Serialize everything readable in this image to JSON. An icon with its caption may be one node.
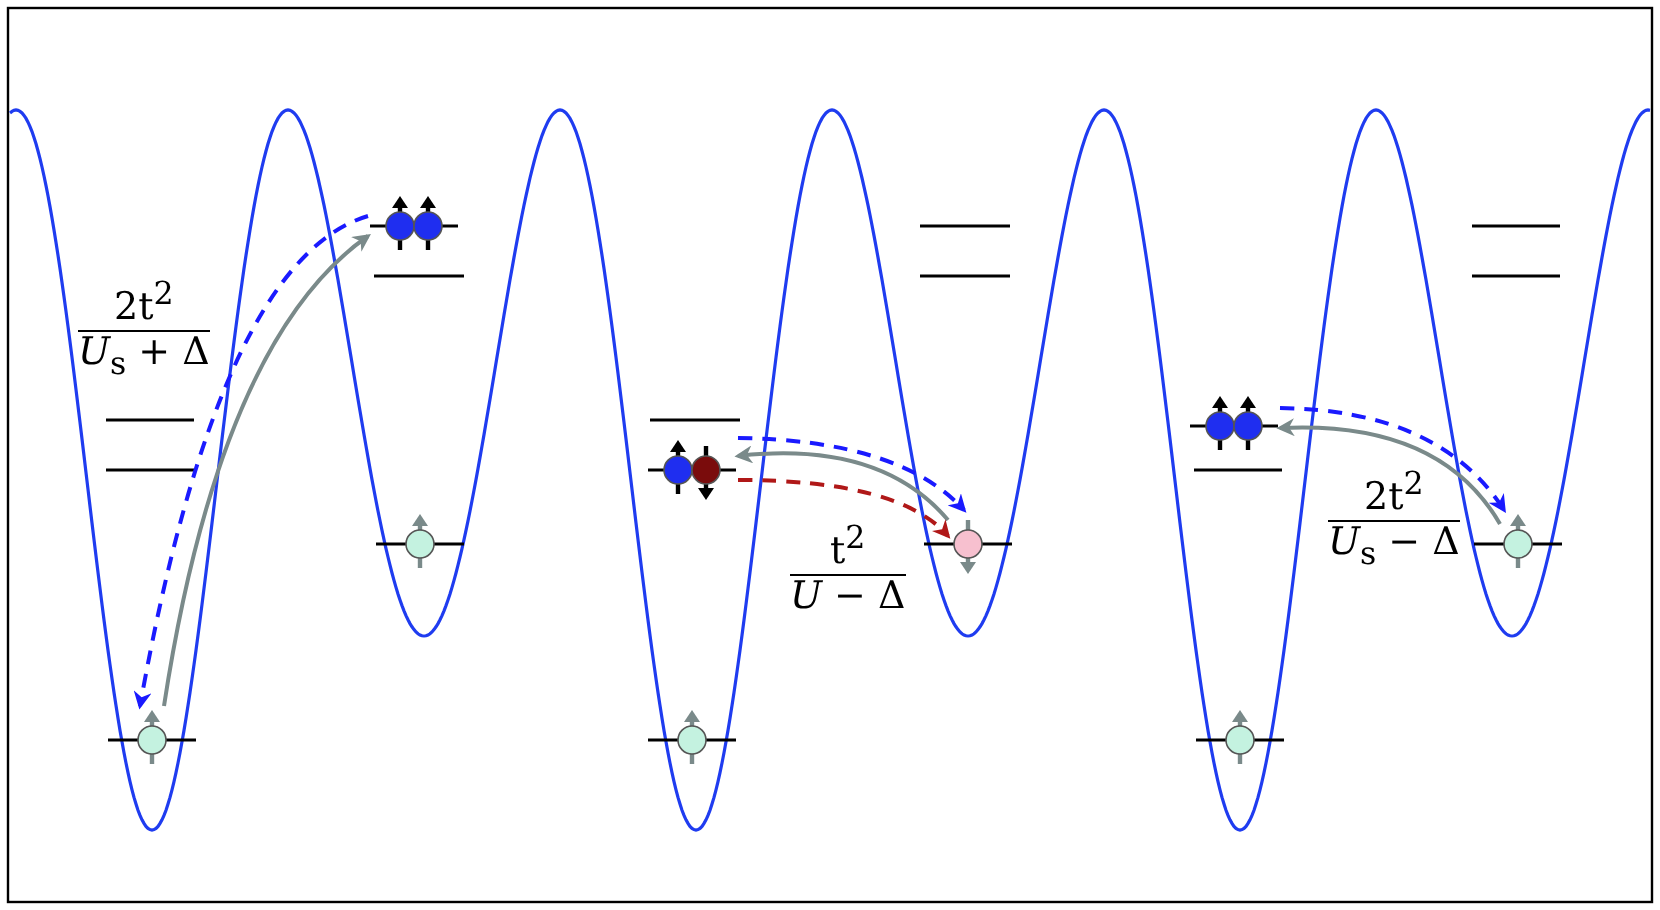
{
  "diagram": {
    "nodes": [
      {
        "text": [],
        "shape": "circle"
      },
      {
        "text": [],
        "shape": "circle"
      },
      {
        "text": [],
        "shape": "circle"
      },
      {
        "text": [],
        "shape": "circle"
      },
      {
        "text": [],
        "shape": "circle"
      },
      {
        "text": [],
        "shape": "circle"
      }
    ],
    "edges": [
      {
        "from": 0,
        "to": 1,
        "arrow": "to"
      },
      {
        "from": 1,
        "to": 0,
        "arrow": "to",
        "style": "dashed",
        "color": "#1a1aff"
      },
      {
        "from": 3,
        "to": 2,
        "arrow": "to"
      },
      {
        "from": 2,
        "to": 3,
        "arrow": "to",
        "style": "dashed",
        "color": "#1a1aff"
      },
      {
        "from": 2,
        "to": 3,
        "arrow": "to",
        "style": "dashed",
        "color": "#b01818"
      },
      {
        "from": 5,
        "to": 4,
        "arrow": "to"
      },
      {
        "from": 4,
        "to": 5,
        "arrow": "to",
        "style": "dashed",
        "color": "#1a1aff"
      }
    ],
    "labels": [
      "2t$^{2}$",
      "*U*$_{s}$ + Δ",
      "t$^{2}$",
      "*U* − Δ",
      "2t$^{2}$",
      "*U*$_{s}$ − Δ"
    ]
  }
}
